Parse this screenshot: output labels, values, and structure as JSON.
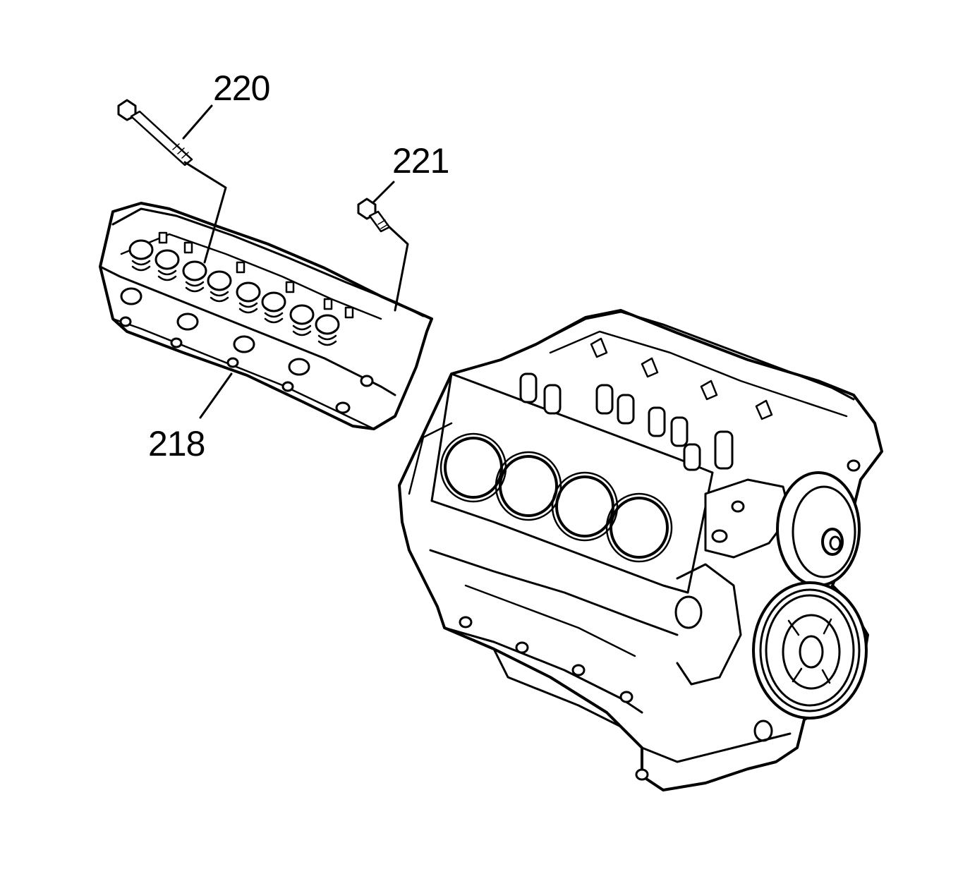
{
  "diagram": {
    "callouts": {
      "head_bolt_long": "220",
      "head_bolt_short": "221",
      "cylinder_head": "218"
    }
  }
}
